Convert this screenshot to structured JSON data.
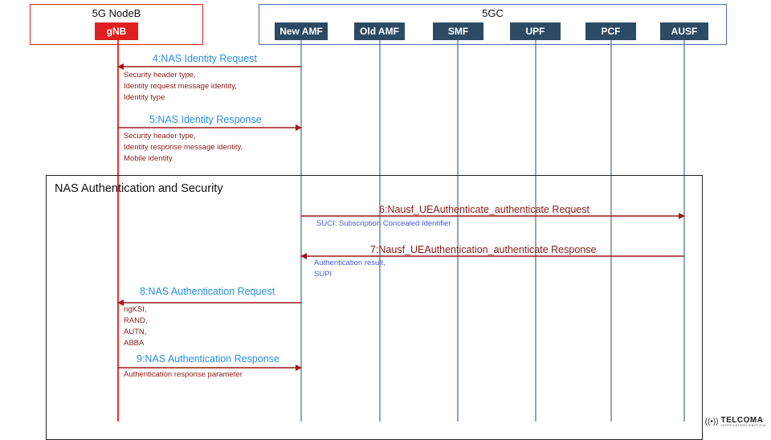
{
  "groups": {
    "nodeb": {
      "title": "5G NodeB",
      "border_color": "#e02020"
    },
    "core": {
      "title": "5GC",
      "border_color": "#4a6fa5"
    }
  },
  "entities": {
    "gnb": {
      "label": "gNB",
      "color": "#e02020"
    },
    "new_amf": {
      "label": "New AMF",
      "color": "#2c4a63"
    },
    "old_amf": {
      "label": "Old AMF",
      "color": "#2c4a63"
    },
    "smf": {
      "label": "SMF",
      "color": "#2c4a63"
    },
    "upf": {
      "label": "UPF",
      "color": "#2c4a63"
    },
    "pcf": {
      "label": "PCF",
      "color": "#2c4a63"
    },
    "ausf": {
      "label": "AUSF",
      "color": "#2c4a63"
    }
  },
  "section": {
    "title": "NAS Authentication and Security"
  },
  "messages": {
    "m4": {
      "label": "4:NAS Identity Request",
      "color": "#2a8fe0"
    },
    "m5": {
      "label": "5:NAS Identity Response",
      "color": "#2a8fe0"
    },
    "m6": {
      "label": "6:Nausf_UEAuthenticate_authenticate Request",
      "color": "#8b1a1a"
    },
    "m7": {
      "label": "7:Nausf_UEAuthentication_authenticate Response",
      "color": "#8b1a1a"
    },
    "m8": {
      "label": "8:NAS Authentication Request",
      "color": "#2a8fe0"
    },
    "m9": {
      "label": "9:NAS Authentication Response",
      "color": "#2a8fe0"
    }
  },
  "notes": {
    "n4": [
      "Security header type,",
      "Identity request message identity,",
      "Identity type"
    ],
    "n5": [
      "Security header type,",
      "Identity response message identity,",
      "Mobile identity"
    ],
    "n6": [
      "SUCI: Subscription Concealed Identifier"
    ],
    "n7": [
      "Authentication result,",
      "SUPI"
    ],
    "n8": [
      "ngKSI,",
      "RAND,",
      "AUTN,",
      "ABBA"
    ],
    "n9": [
      "Authentication response parameter"
    ]
  },
  "colors": {
    "arrow": "#9b1c1c",
    "gnb_lifeline": "#e02020",
    "core_lifeline": "#4a6a85"
  },
  "logo": {
    "main": "TELCOMA",
    "sub": "CERTIFICATIONS SINCE 2011"
  }
}
